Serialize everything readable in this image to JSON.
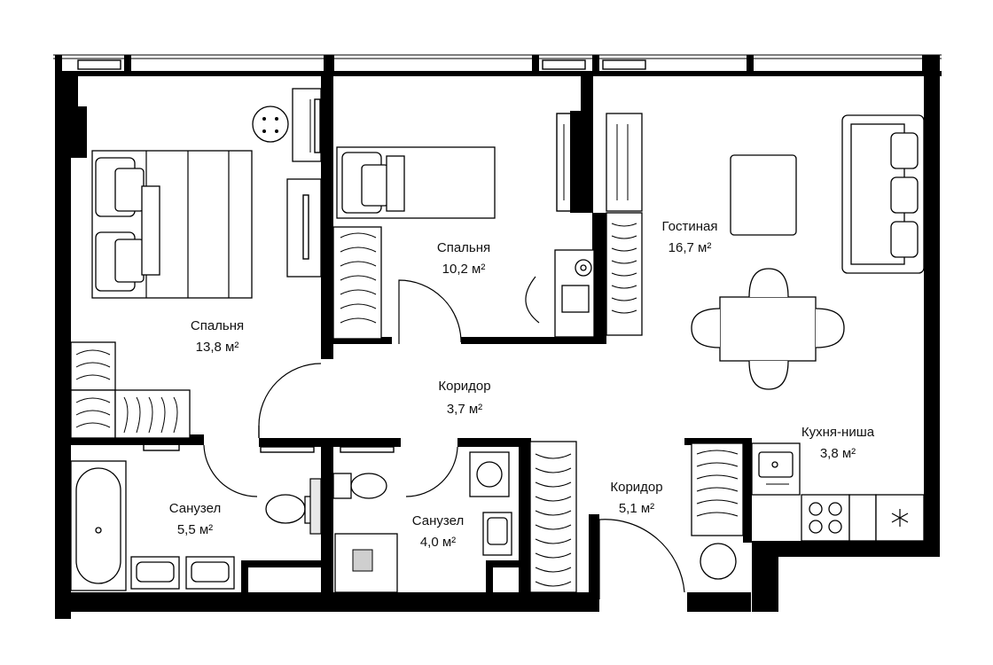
{
  "rooms": [
    {
      "id": "bedroom-1",
      "name": "Спальня",
      "area": "13,8 м²"
    },
    {
      "id": "bedroom-2",
      "name": "Спальня",
      "area": "10,2 м²"
    },
    {
      "id": "living-room",
      "name": "Гостиная",
      "area": "16,7 м²"
    },
    {
      "id": "corridor-1",
      "name": "Коридор",
      "area": "3,7 м²"
    },
    {
      "id": "kitchen-niche",
      "name": "Кухня-ниша",
      "area": "3,8 м²"
    },
    {
      "id": "bathroom-1",
      "name": "Санузел",
      "area": "5,5 м²"
    },
    {
      "id": "bathroom-2",
      "name": "Санузел",
      "area": "4,0 м²"
    },
    {
      "id": "corridor-2",
      "name": "Коридор",
      "area": "5,1 м²"
    }
  ],
  "icons": {
    "fridge": "snowflake-icon"
  }
}
